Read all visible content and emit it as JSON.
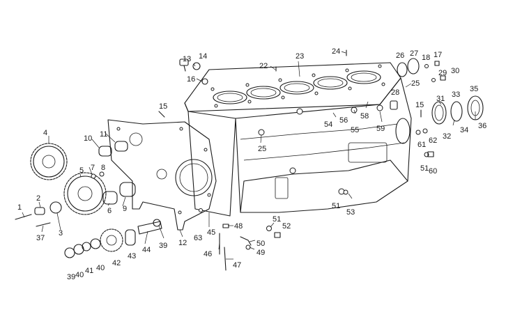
{
  "diagram": {
    "labels": [
      "1",
      "2",
      "3",
      "4",
      "5",
      "6",
      "7",
      "8",
      "9",
      "10",
      "11",
      "12",
      "13",
      "14",
      "15",
      "15",
      "16",
      "17",
      "18",
      "22",
      "23",
      "24",
      "25",
      "25",
      "26",
      "27",
      "28",
      "29",
      "30",
      "31",
      "32",
      "33",
      "34",
      "35",
      "36",
      "37",
      "39",
      "39",
      "40",
      "40",
      "41",
      "42",
      "43",
      "44",
      "45",
      "46",
      "47",
      "48",
      "49",
      "50",
      "51",
      "51",
      "51",
      "52",
      "53",
      "54",
      "55",
      "56",
      "58",
      "59",
      "60",
      "61",
      "62",
      "63"
    ]
  }
}
